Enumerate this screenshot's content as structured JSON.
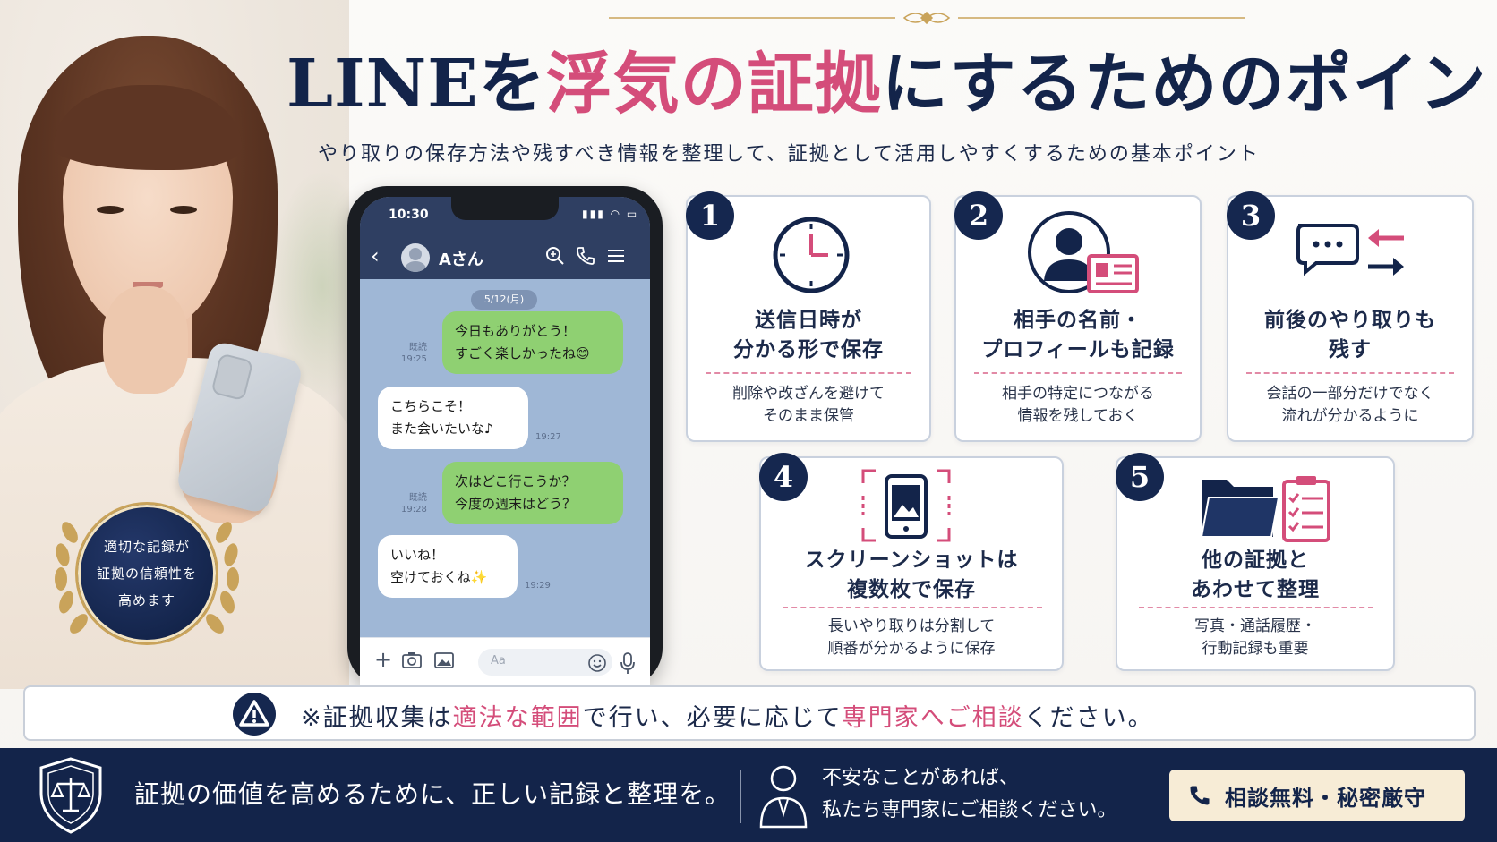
{
  "title": {
    "part1": "LINEを",
    "part_pink": "浮気の証拠",
    "part2": "にするためのポイント"
  },
  "subtitle": "やり取りの保存方法や残すべき情報を整理して、証拠として活用しやすくするための基本ポイント",
  "badge": {
    "text": "適切な記録が\n証拠の信頼性を\n高めます"
  },
  "phone": {
    "time": "10:30",
    "status_icons": "▮▮▮ ◠ ▭",
    "contact_name": "Aさん",
    "date_chip": "5/12(月)",
    "messages": [
      {
        "text": "今日もありがとう！\nすごく楽しかったね😊",
        "meta": "既読\n19:25"
      },
      {
        "text": "こちらこそ！\nまた会いたいな♪",
        "meta": "19:27"
      },
      {
        "text": "次はどこ行こうか？\n今度の週末はどう？",
        "meta": "既読\n19:28"
      },
      {
        "text": "いいね！\n空けておくね✨",
        "meta": "19:29"
      }
    ],
    "input_placeholder": "Aa",
    "icons": {
      "back": "back-chevron-icon",
      "search": "search-icon",
      "call": "phone-icon",
      "menu": "menu-icon",
      "add": "plus-icon",
      "camera": "camera-icon",
      "image": "image-icon",
      "emoji": "emoji-icon",
      "mic": "microphone-icon"
    }
  },
  "cards": [
    {
      "number": "1",
      "title": "送信日時が\n分かる形で保存",
      "desc": "削除や改ざんを避けて\nそのまま保管",
      "icon": "clock-icon"
    },
    {
      "number": "2",
      "title": "相手の名前・\nプロフィールも記録",
      "desc": "相手の特定につながる\n情報を残しておく",
      "icon": "profile-card-icon"
    },
    {
      "number": "3",
      "title": "前後のやり取りも\n残す",
      "desc": "会話の一部分だけでなく\n流れが分かるように",
      "icon": "chat-exchange-icon"
    },
    {
      "number": "4",
      "title": "スクリーンショットは\n複数枚で保存",
      "desc": "長いやり取りは分割して\n順番が分かるように保存",
      "icon": "screenshot-icon"
    },
    {
      "number": "5",
      "title": "他の証拠と\nあわせて整理",
      "desc": "写真・通話履歴・\n行動記録も重要",
      "icon": "folder-checklist-icon"
    }
  ],
  "notice": {
    "part1": "※証拠収集は",
    "pink1": "適法な範囲",
    "part2": "で行い、必要に応じて",
    "pink2": "専門家へご相談",
    "part3": "ください。"
  },
  "footer": {
    "message": "証拠の価値を高めるために、正しい記録と整理を。",
    "consult": "不安なことがあれば、\n私たち専門家にご相談ください。",
    "cta": "相談無料・秘密厳守"
  },
  "colors": {
    "navy": "#13244a",
    "pink": "#d44d7a",
    "gold": "#c9a35a",
    "line_green": "#8fd072"
  }
}
